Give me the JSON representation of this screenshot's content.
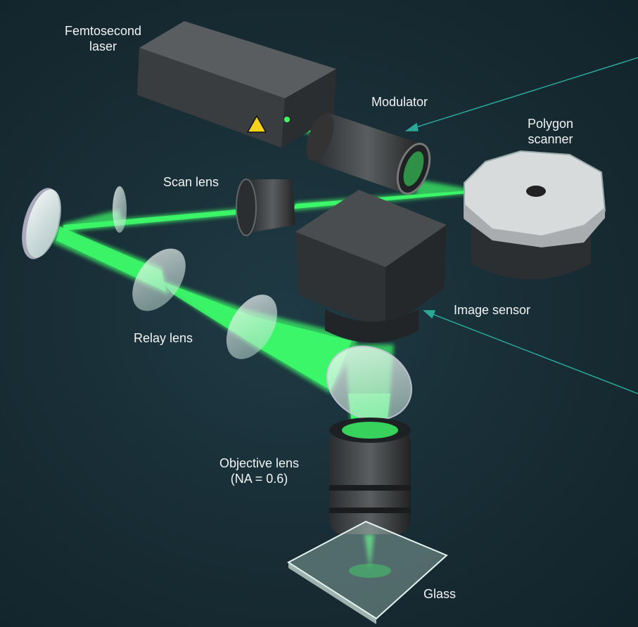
{
  "labels": {
    "laser_line1": "Femtosecond",
    "laser_line2": "laser",
    "modulator": "Modulator",
    "polygon_line1": "Polygon",
    "polygon_line2": "scanner",
    "scan_lens": "Scan lens",
    "image_sensor": "Image sensor",
    "relay_lens": "Relay lens",
    "objective_line1": "Objective lens",
    "objective_line2": "(NA = 0.6)",
    "glass": "Glass"
  },
  "colors": {
    "beam": "#3dff6a",
    "pointer": "#2aa89a",
    "background": "#1a2f38"
  }
}
